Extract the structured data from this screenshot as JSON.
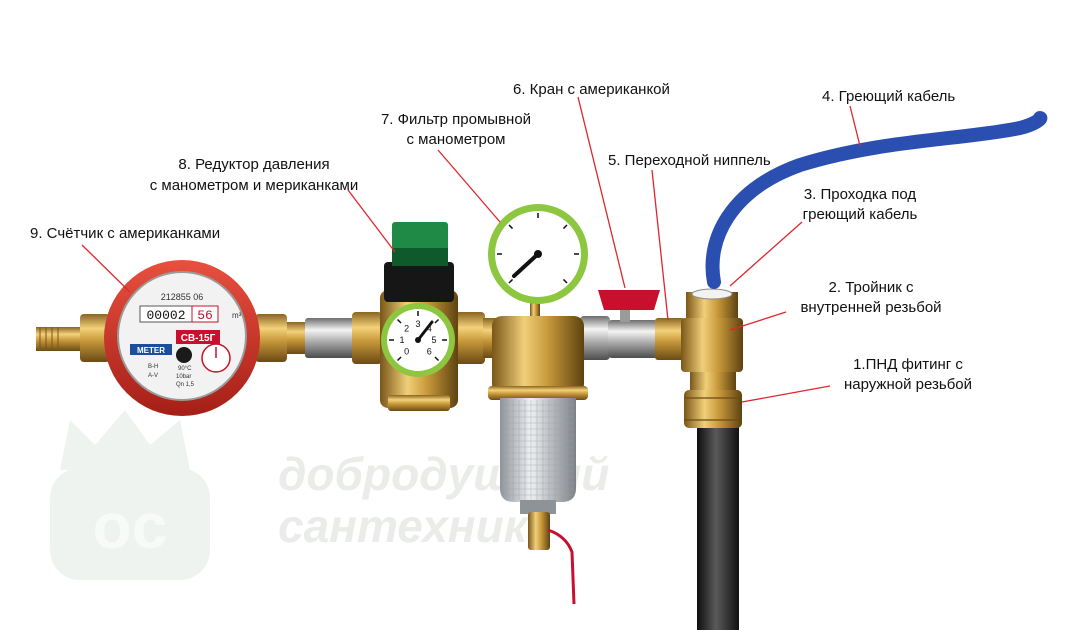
{
  "labels": {
    "l1": [
      "1.ПНД фитинг с",
      "наружной резьбой"
    ],
    "l2": [
      "2. Тройник с",
      "внутренней резьбой"
    ],
    "l3": [
      "3. Проходка под",
      "греющий кабель"
    ],
    "l4": [
      "4. Греющий кабель"
    ],
    "l5": [
      "5. Переходной ниппель"
    ],
    "l6": [
      "6. Кран с американкой"
    ],
    "l7": [
      "7. Фильтр промывной",
      "с манометром"
    ],
    "l8": [
      "8. Редуктор давления",
      "с манометром и мериканками"
    ],
    "l9": [
      "9. Счётчик с американками"
    ]
  },
  "meter": {
    "counter": "00002",
    "counter_red": "56",
    "serial": "212855 06",
    "model": "СВ-15Г",
    "brand": "METER",
    "unit": "m³",
    "temp": "90°C",
    "pressure": "10bar",
    "b_h": "B-H",
    "a_v": "A-V",
    "qn": "Qn 1,5"
  },
  "gauge_scale": [
    "0",
    "1",
    "2",
    "3",
    "4",
    "5",
    "6"
  ],
  "watermark": {
    "line1": "добродушный",
    "line2": "сантехник",
    "logo": "oc"
  },
  "colors": {
    "label_line": "#e0262c",
    "cable": "#2a4fb0",
    "brass": "#c99a3c",
    "meter_red": "#d8372c",
    "gauge_ring": "#8dc63f",
    "handle_green": "#1f8a45",
    "valve_red": "#c8102e",
    "pipe": "#2b2b2b"
  }
}
